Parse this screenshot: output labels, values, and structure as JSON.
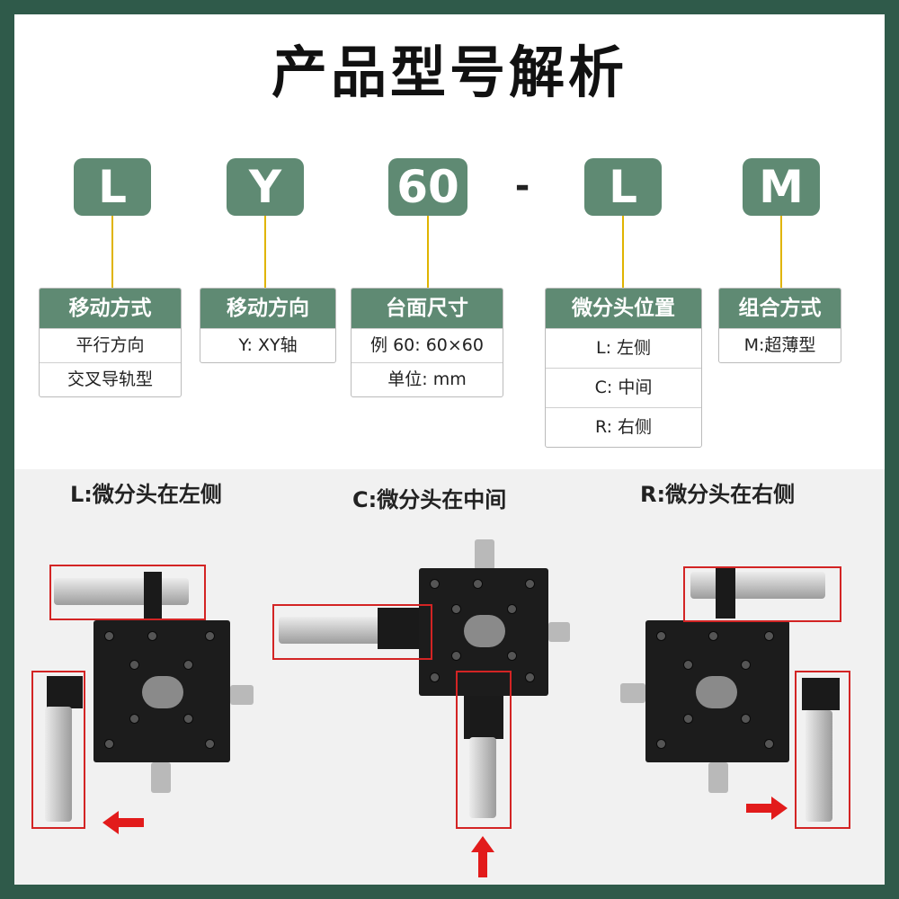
{
  "title": "产品型号解析",
  "code_parts": [
    "L",
    "Y",
    "60",
    "-",
    "L",
    "M"
  ],
  "boxes": [
    {
      "head": "移动方式",
      "rows": [
        "平行方向",
        "交叉导轨型"
      ]
    },
    {
      "head": "移动方向",
      "rows": [
        "Y: XY轴"
      ]
    },
    {
      "head": "台面尺寸",
      "rows": [
        "例  60: 60×60",
        "单位: mm"
      ]
    },
    {
      "head": "微分头位置",
      "rows": [
        "L: 左侧",
        "C: 中间",
        "R: 右侧"
      ]
    },
    {
      "head": "组合方式",
      "rows": [
        "M:超薄型"
      ]
    }
  ],
  "captions": [
    "L:微分头在左侧",
    "C:微分头在中间",
    "R:微分头在右侧"
  ],
  "colors": {
    "frame": "#2f5a4a",
    "badge": "#5f8a73",
    "connector": "#e0b400",
    "highlight": "#d32424"
  }
}
